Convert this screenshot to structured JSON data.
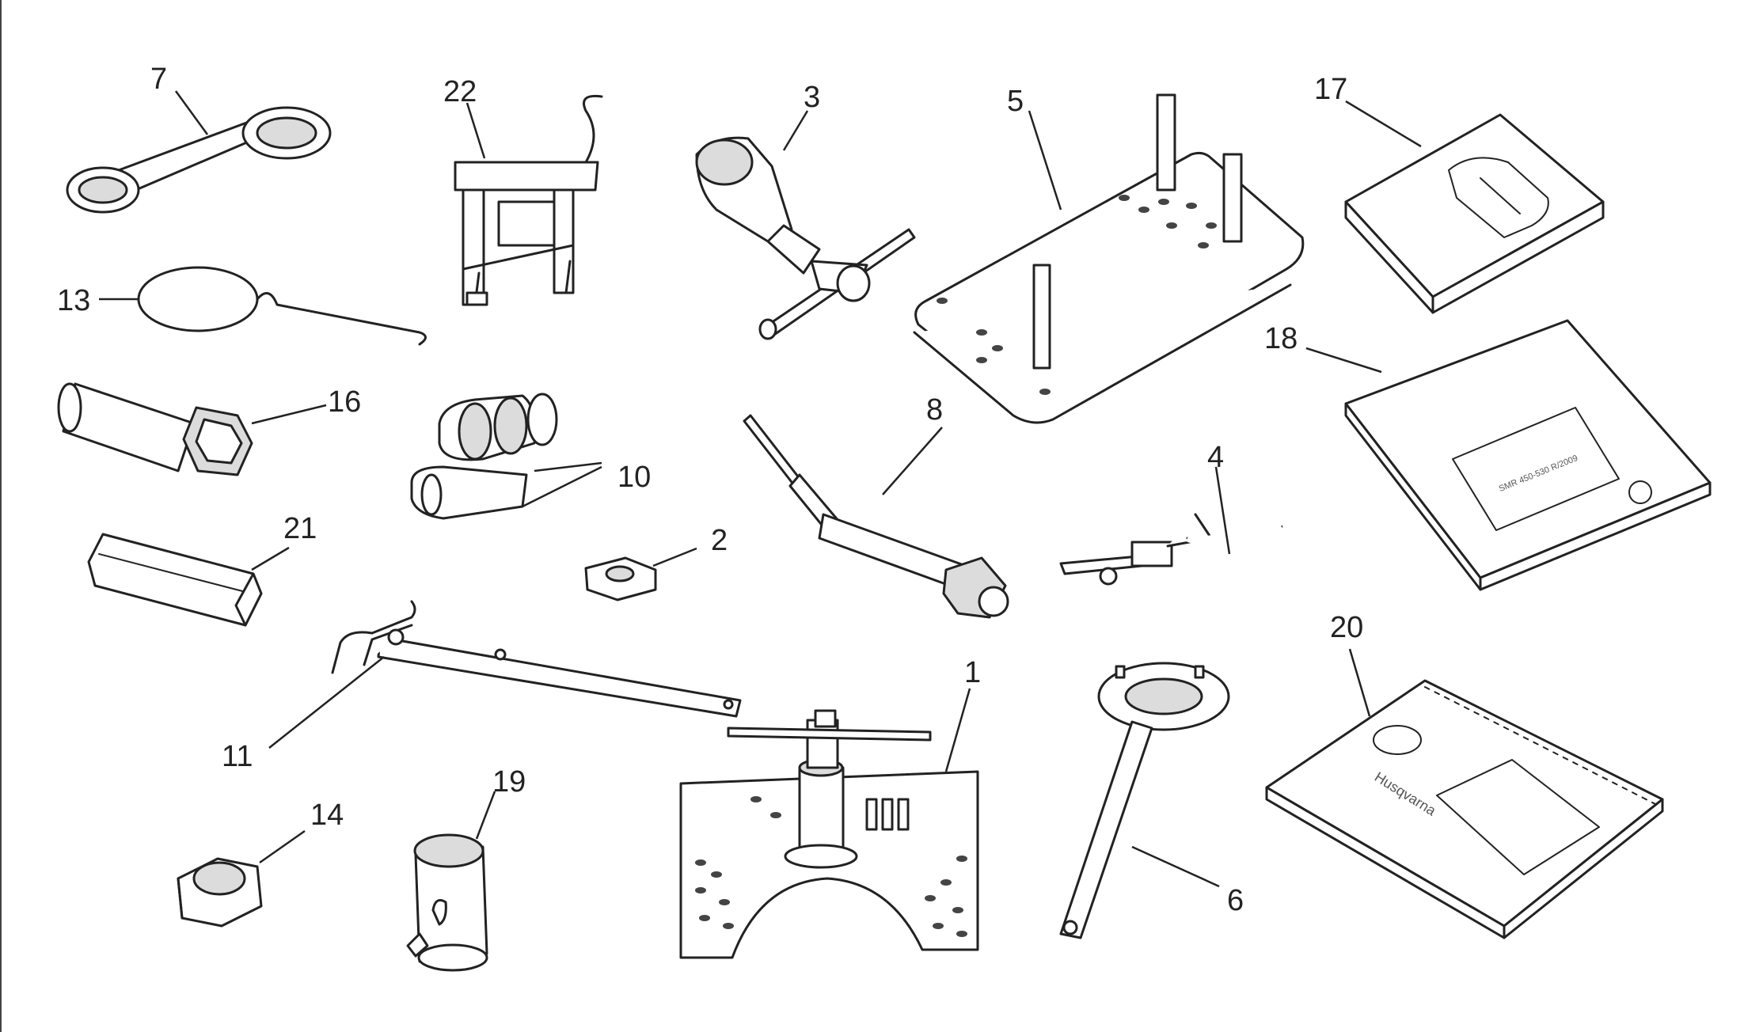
{
  "callouts": {
    "c1": "1",
    "c2": "2",
    "c3": "3",
    "c4": "4",
    "c5": "5",
    "c6": "6",
    "c7": "7",
    "c8": "8",
    "c10": "10",
    "c11": "11",
    "c13": "13",
    "c14": "14",
    "c16": "16",
    "c17": "17",
    "c18": "18",
    "c19": "19",
    "c20": "20",
    "c21": "21",
    "c22": "22"
  },
  "manual_18": {
    "model_label": "SMR 450-530 R/2009"
  },
  "booklet_20": {
    "brand_text": "Husqvarna"
  }
}
